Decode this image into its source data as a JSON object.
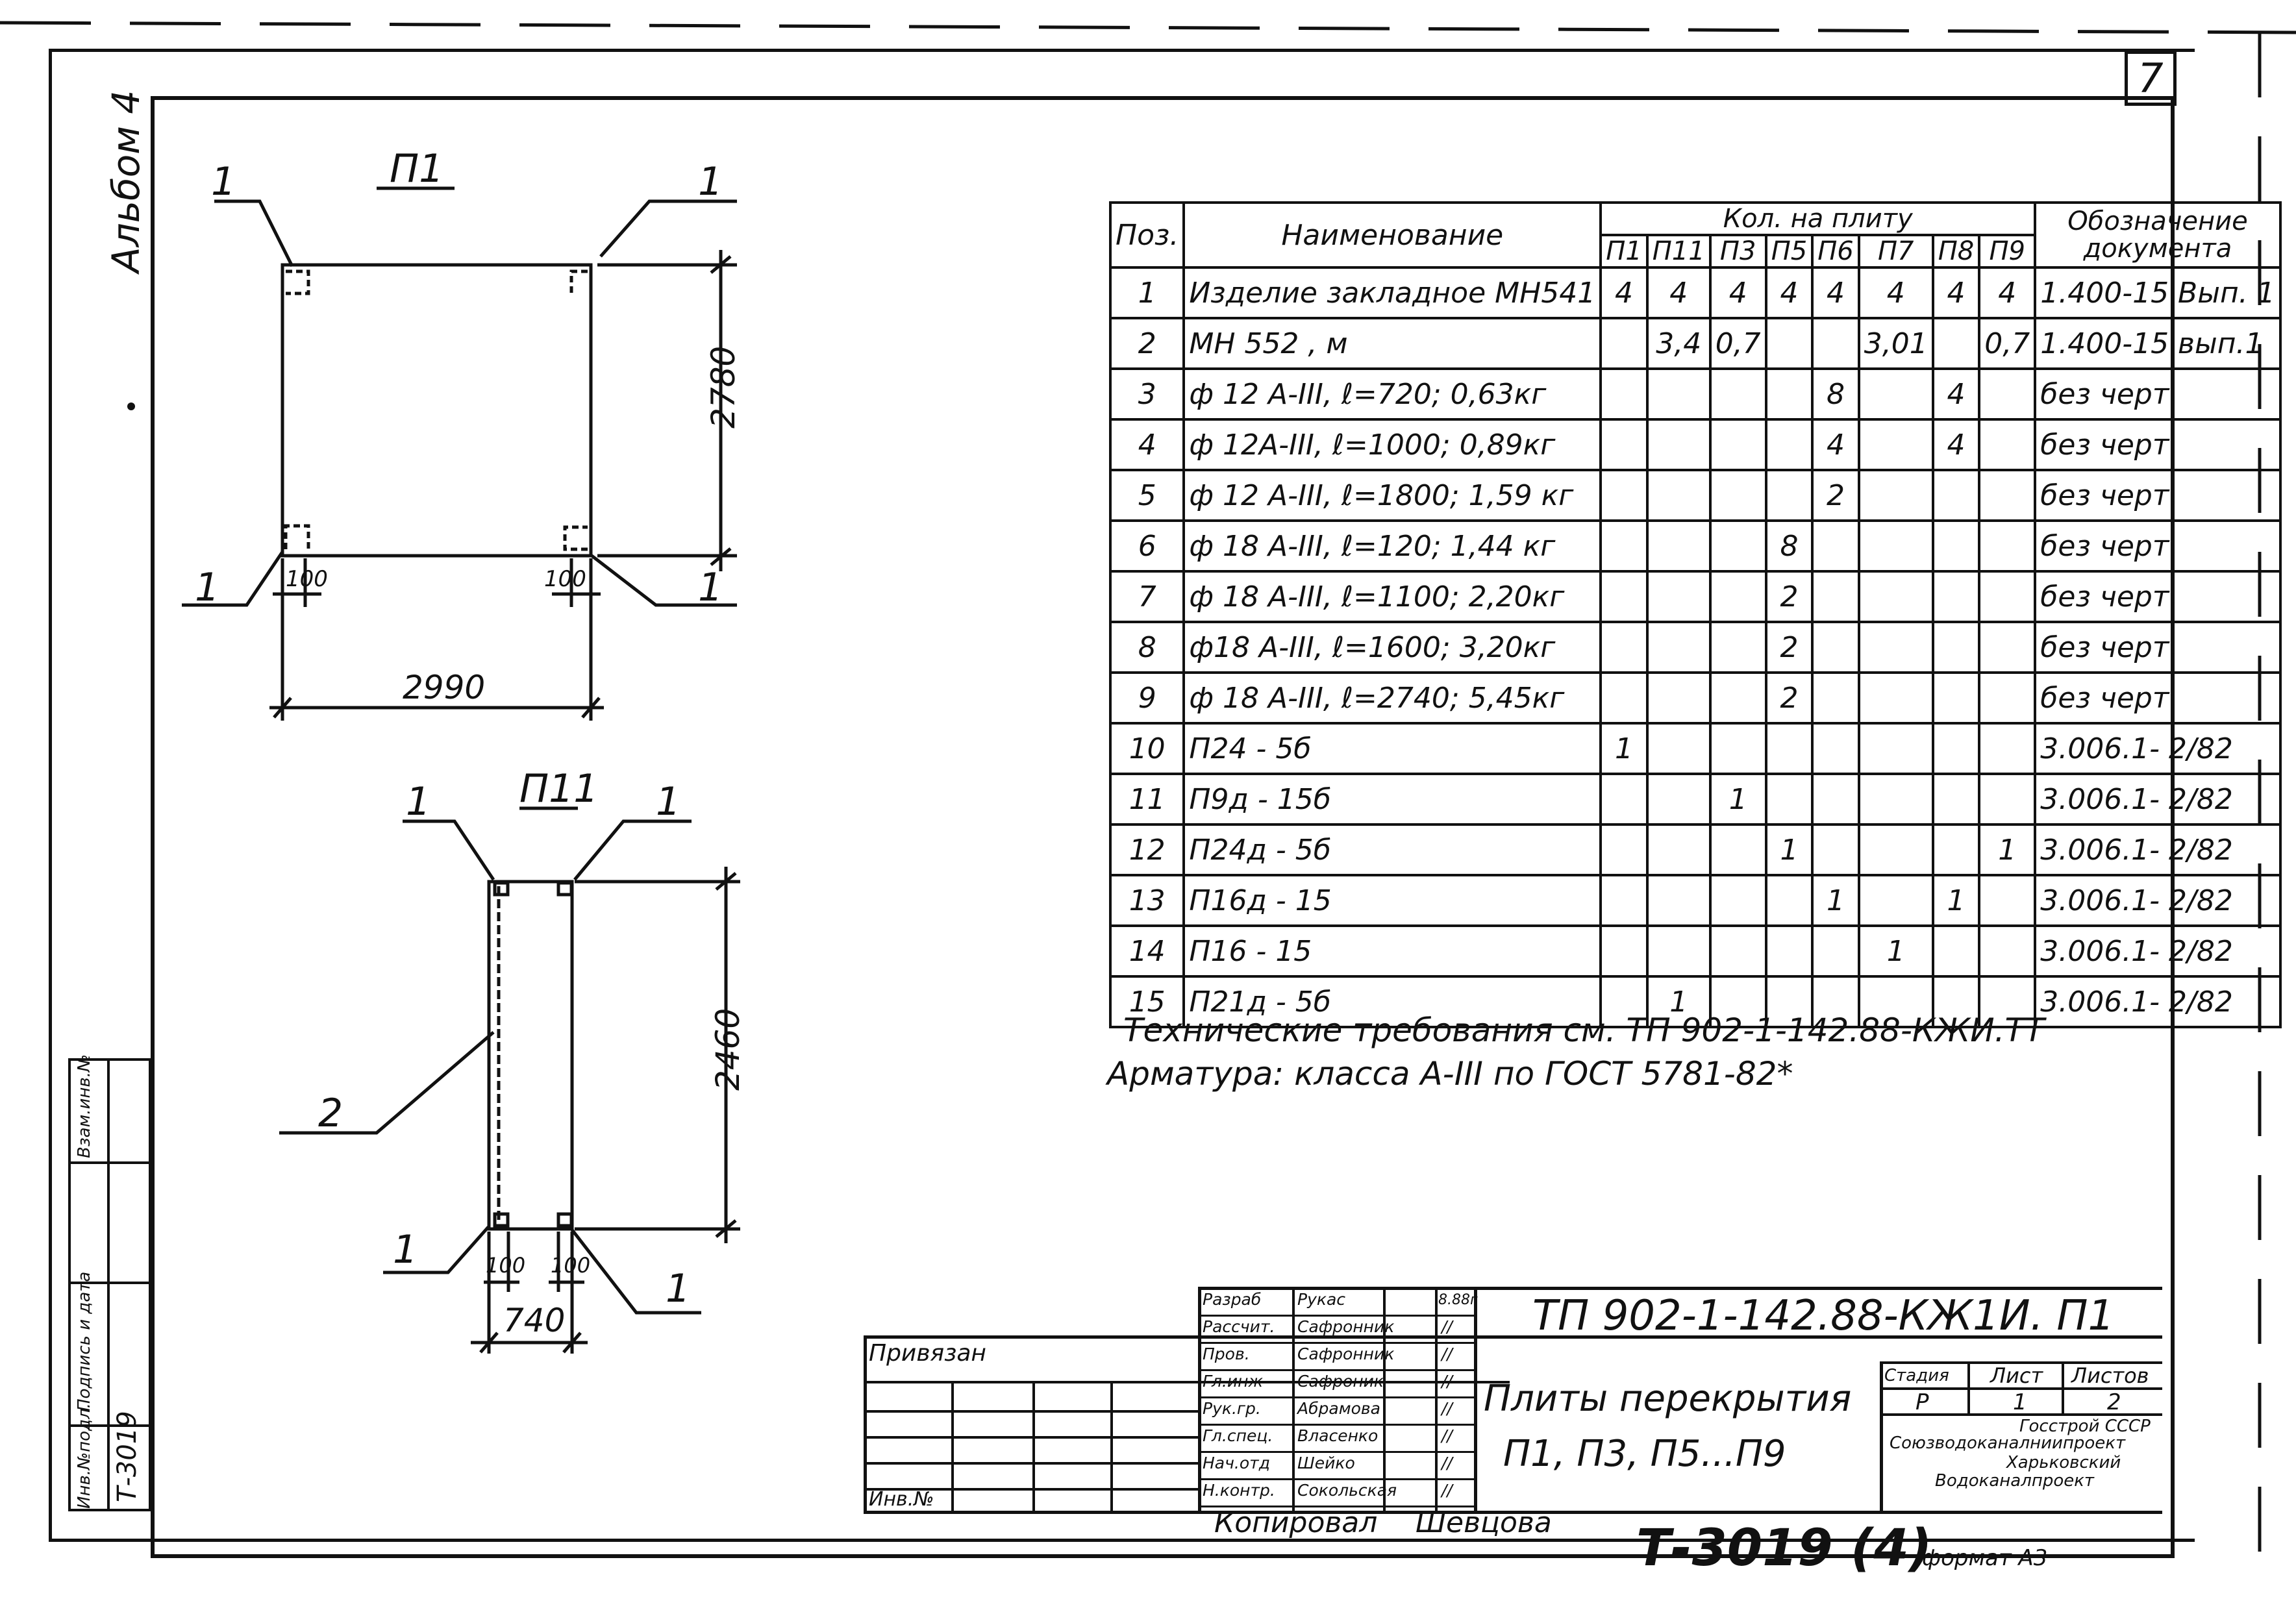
{
  "sheet_number": "7",
  "album": "Альбом 4",
  "drawings": {
    "p1": {
      "label": "П1",
      "callout": "1",
      "width_dim": "2990",
      "height_dim": "2780",
      "offset_left": "100",
      "offset_right": "100"
    },
    "p11": {
      "label": "П11",
      "callout_1": "1",
      "callout_2": "2",
      "width_dim": "740",
      "height_dim": "2460",
      "offset_left": "100",
      "offset_right": "100"
    }
  },
  "spec_table": {
    "headers": {
      "pos": "Поз.",
      "name": "Наименование",
      "qty_group": "Кол.   на   плиту",
      "doc": "Обозначение документа",
      "plates": [
        "П1",
        "П11",
        "П3",
        "П5",
        "П6",
        "П7",
        "П8",
        "П9"
      ]
    },
    "rows": [
      {
        "pos": "1",
        "name": "Изделие закладное МН541",
        "q": [
          "4",
          "4",
          "4",
          "4",
          "4",
          "4",
          "4",
          "4"
        ],
        "doc": "1.400-15 Вып. 1"
      },
      {
        "pos": "2",
        "name": "МН 552 , м",
        "q": [
          "",
          "3,4",
          "0,7",
          "",
          "",
          "3,01",
          "",
          "0,7"
        ],
        "doc": "1.400-15 вып.1"
      },
      {
        "pos": "3",
        "name": "ф 12 А-III, ℓ=720; 0,63кг",
        "q": [
          "",
          "",
          "",
          "",
          "8",
          "",
          "4",
          ""
        ],
        "doc": "без   черт."
      },
      {
        "pos": "4",
        "name": "ф 12А-III, ℓ=1000; 0,89кг",
        "q": [
          "",
          "",
          "",
          "",
          "4",
          "",
          "4",
          ""
        ],
        "doc": "без   черт."
      },
      {
        "pos": "5",
        "name": "ф 12 А-III, ℓ=1800; 1,59 кг",
        "q": [
          "",
          "",
          "",
          "",
          "2",
          "",
          "",
          ""
        ],
        "doc": "без   черт."
      },
      {
        "pos": "6",
        "name": "ф 18 А-III, ℓ=120; 1,44 кг",
        "q": [
          "",
          "",
          "",
          "8",
          "",
          "",
          "",
          ""
        ],
        "doc": "без   черт."
      },
      {
        "pos": "7",
        "name": "ф 18 А-III, ℓ=1100; 2,20кг",
        "q": [
          "",
          "",
          "",
          "2",
          "",
          "",
          "",
          ""
        ],
        "doc": "без   черт."
      },
      {
        "pos": "8",
        "name": "ф18 А-III, ℓ=1600; 3,20кг",
        "q": [
          "",
          "",
          "",
          "2",
          "",
          "",
          "",
          ""
        ],
        "doc": "без   черт."
      },
      {
        "pos": "9",
        "name": "ф 18 А-III, ℓ=2740; 5,45кг",
        "q": [
          "",
          "",
          "",
          "2",
          "",
          "",
          "",
          ""
        ],
        "doc": "без   черт."
      },
      {
        "pos": "10",
        "name": "П24 - 5б",
        "q": [
          "1",
          "",
          "",
          "",
          "",
          "",
          "",
          ""
        ],
        "doc": "3.006.1- 2/82"
      },
      {
        "pos": "11",
        "name": "П9д - 15б",
        "q": [
          "",
          "",
          "1",
          "",
          "",
          "",
          "",
          ""
        ],
        "doc": "3.006.1- 2/82"
      },
      {
        "pos": "12",
        "name": "П24д - 5б",
        "q": [
          "",
          "",
          "",
          "1",
          "",
          "",
          "",
          "1"
        ],
        "doc": "3.006.1- 2/82"
      },
      {
        "pos": "13",
        "name": "П16д - 15",
        "q": [
          "",
          "",
          "",
          "",
          "1",
          "",
          "1",
          ""
        ],
        "doc": "3.006.1- 2/82"
      },
      {
        "pos": "14",
        "name": "П16 - 15",
        "q": [
          "",
          "",
          "",
          "",
          "",
          "1",
          "",
          ""
        ],
        "doc": "3.006.1- 2/82"
      },
      {
        "pos": "15",
        "name": "П21д - 5б",
        "q": [
          "",
          "1",
          "",
          "",
          "",
          "",
          "",
          ""
        ],
        "doc": "3.006.1- 2/82"
      }
    ]
  },
  "requirements": {
    "line1": "Технические требования см. ТП 902-1-142.88-КЖИ.ТТ",
    "line2": "Арматура: класса А-III по ГОСТ 5781-82*"
  },
  "title_block": {
    "code": "ТП 902-1-142.88-КЖ1И. П1",
    "title_line1": "Плиты перекрытия",
    "title_line2": "П1, П3, П5...П9",
    "stage_label": "Стадия",
    "sheet_label": "Лист",
    "sheets_label": "Листов",
    "stage": "Р",
    "sheet": "1",
    "sheets": "2",
    "org_line1": "Госстрой СССР",
    "org_line2": "Союзводоканалниипроект",
    "org_line3": "Харьковский",
    "org_line4": "Водоканалпроект",
    "bound_label": "Привязан",
    "inv_label": "Инв.№",
    "date": "8.88г",
    "staff": [
      {
        "role": "Разраб",
        "name": "Рукас",
        "date": ""
      },
      {
        "role": "Рассчит.",
        "name": "Сафронник",
        "date": "//"
      },
      {
        "role": "Пров.",
        "name": "Сафронник",
        "date": "//"
      },
      {
        "role": "Гл.инж",
        "name": "Сафроник",
        "date": "//"
      },
      {
        "role": "Рук.гр.",
        "name": "Абрамова",
        "date": "//"
      },
      {
        "role": "Гл.спец.",
        "name": "Власенко",
        "date": "//"
      },
      {
        "role": "Нач.отд",
        "name": "Шейко",
        "date": "//"
      },
      {
        "role": "Н.контр.",
        "name": "Сокольская",
        "date": "//"
      }
    ]
  },
  "margin_stamp": {
    "labels": [
      "Инв.№подл.",
      "Подпись и дата",
      "Взам.инв.№"
    ],
    "value": "Т-3019"
  },
  "footer": {
    "copied": "Копировал",
    "copier": "Шевцова",
    "archive": "Т-3019 (4)",
    "format": "формат А3"
  }
}
